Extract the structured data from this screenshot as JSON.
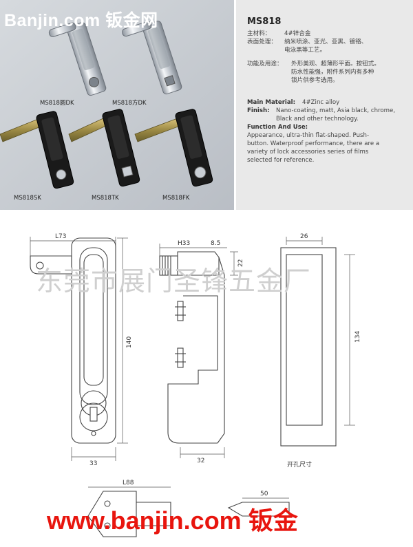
{
  "watermarks": {
    "top": "Banjin.com 钣金网",
    "middle": "东莞市展门圣锋五金厂",
    "bottom": "www.banjin.com 钣金"
  },
  "photo_captions": [
    "MS818圆DK",
    "MS818方DK",
    "MS818SK",
    "MS818TK",
    "MS818FK"
  ],
  "spec": {
    "model": "MS818",
    "cn_material_label": "主材料：",
    "cn_material_value": "4#锌合金",
    "cn_finish_label": "表面处理：",
    "cn_finish_value_1": "纳米喷涂、亚光、亚黑、镀铬、",
    "cn_finish_value_2": "电泳黑等工艺。",
    "cn_use_label": "功能及用途：",
    "cn_use_value_1": "外形美观、超薄形平面。按钮式。",
    "cn_use_value_2": "防水性能强，附件系列内有多种",
    "cn_use_value_3": "锁片供参考选用。",
    "en_material_label": "Main Material:",
    "en_material_value": "4#Zinc alloy",
    "en_finish_label": "Finish:",
    "en_finish_value_1": "Nano-coating, matt, Asia black, chrome,",
    "en_finish_value_2": "Black and other technology.",
    "en_use_label": "Function And Use:",
    "en_use_line_1": "Appearance, ultra-thin flat-shaped. Push-",
    "en_use_line_2": "button. Waterproof performance, there are a",
    "en_use_line_3": "variety of lock accessories series of films",
    "en_use_line_4": "selected for reference."
  },
  "dimensions": {
    "l73": "L73",
    "d140": "140",
    "d33": "33",
    "h33": "H33",
    "d8_5": "8.5",
    "d22": "22",
    "d32": "32",
    "d26": "26",
    "d134": "134",
    "l88": "L88",
    "d50": "50"
  },
  "cutout_label": "开孔尺寸"
}
